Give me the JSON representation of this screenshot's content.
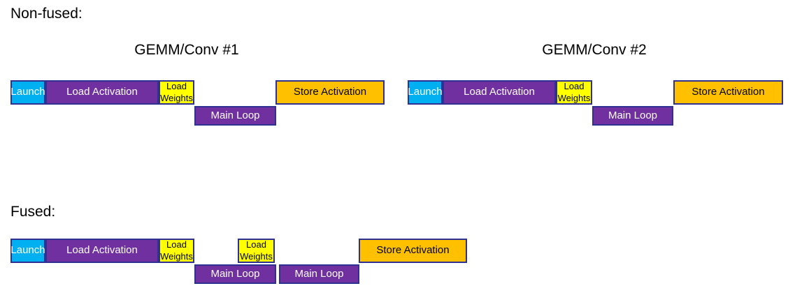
{
  "colors": {
    "launch": "#00B0F0",
    "load": "#7030A0",
    "weights": "#FFFF00",
    "store": "#FFC000",
    "border": "#2E3192"
  },
  "headings": {
    "non_fused": "Non-fused:",
    "fused": "Fused:"
  },
  "group1": {
    "title": "GEMM/Conv #1",
    "launch": "Launch",
    "load_activation": "Load Activation",
    "load_weights": "Load Weights",
    "main_loop": "Main Loop",
    "store_activation": "Store Activation"
  },
  "group2": {
    "title": "GEMM/Conv #2",
    "launch": "Launch",
    "load_activation": "Load Activation",
    "load_weights": "Load Weights",
    "main_loop": "Main Loop",
    "store_activation": "Store Activation"
  },
  "fused": {
    "launch": "Launch",
    "load_activation": "Load Activation",
    "load_weights_1": "Load Weights",
    "main_loop_1": "Main Loop",
    "load_weights_2": "Load Weights",
    "main_loop_2": "Main Loop",
    "store_activation": "Store Activation"
  }
}
